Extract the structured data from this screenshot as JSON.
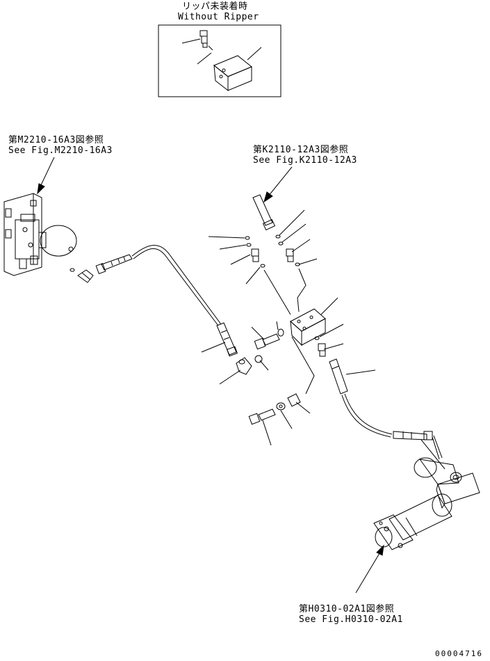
{
  "inset": {
    "title_jp": "リッパ未装着時",
    "title_en": "Without Ripper"
  },
  "references": [
    {
      "id": "ref-m2210",
      "jp": "第M2210-16A3図参照",
      "en": "See Fig.M2210-16A3"
    },
    {
      "id": "ref-k2110",
      "jp": "第K2110-12A3図参照",
      "en": "See Fig.K2110-12A3"
    },
    {
      "id": "ref-h0310",
      "jp": "第H0310-02A1図参照",
      "en": "See Fig.H0310-02A1"
    }
  ],
  "drawing_number": "00004716"
}
